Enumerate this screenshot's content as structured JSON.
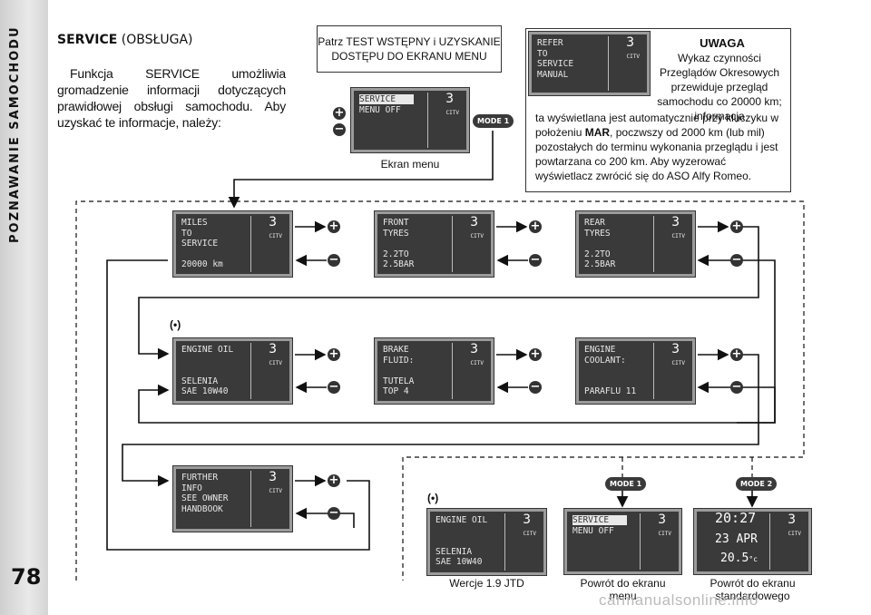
{
  "sidebar": {
    "title": "POZNAWANIE SAMOCHODU",
    "page_number": "78"
  },
  "header": {
    "title_bold": "SERVICE",
    "title_rest": " (OBSŁUGA)"
  },
  "intro": {
    "text": "Funkcja SERVICE umożliwia gromadzenie informacji dotyczących prawidłowej obsługi samochodu. Aby uzyskać te informacje, należy:"
  },
  "note_box": {
    "line1": "Patrz TEST WSTĘPNY i UZYSKANIE",
    "line2": "DOSTĘPU DO EKRANU MENU"
  },
  "menu_screen_label": "Ekran menu",
  "uwaga": {
    "title": "UWAGA",
    "side_text": "Wykaz czynności Przeglądów Okresowych przewiduje przegląd samochodu co 20000 km; informacja",
    "body_pre": "ta wyświetlana jest automatycznie przy kluczyku w położeniu ",
    "body_bold": "MAR",
    "body_post": ", poczwszy od 2000 km (lub mil) pozostałych do terminu wykonania przeglądu i jest powtarzana co 200 km. Aby wyzerować wyświetlacz zwrócić się do ASO Alfy Romeo."
  },
  "display": {
    "number": "3",
    "brand": "CITV"
  },
  "screens": {
    "refer": [
      "REFER",
      "TO",
      "SERVICE",
      "MANUAL"
    ],
    "menu": [
      "SERVICE",
      "MENU OFF"
    ],
    "miles": [
      "MILES",
      "TO",
      "SERVICE",
      "",
      "20000 km"
    ],
    "front": [
      "FRONT",
      "TYRES",
      "",
      "2.2TO",
      "2.5BAR"
    ],
    "rear": [
      "REAR",
      "TYRES",
      "",
      "2.2TO",
      "2.5BAR"
    ],
    "engine_oil": [
      "ENGINE OIL",
      "",
      "",
      "SELENIA",
      "SAE 10W40"
    ],
    "brake": [
      "BRAKE",
      "FLUID:",
      "",
      "TUTELA",
      "TOP 4"
    ],
    "coolant": [
      "ENGINE",
      "COOLANT:",
      "",
      "",
      "PARAFLU 11"
    ],
    "further": [
      "FURTHER",
      "INFO",
      "SEE OWNER",
      "HANDBOOK"
    ],
    "engine_oil_jtd": [
      "ENGINE OIL",
      "",
      "",
      "SELENIA",
      "SAE 10W40"
    ],
    "menu_return": [
      "SERVICE",
      "MENU OFF"
    ]
  },
  "clock": {
    "time": "20:27",
    "date": "23 APR",
    "temp": "20.5",
    "unit": "°c"
  },
  "modes": {
    "mode1": "MODE 1",
    "mode2": "MODE 2"
  },
  "symbols": {
    "plus": "+",
    "minus": "−",
    "bullet": "(•)"
  },
  "captions": {
    "jtd": "Wercje 1.9 JTD",
    "return_menu_1": "Powrót do ekranu",
    "return_menu_2": "menu",
    "return_std_1": "Powrót do ekranu",
    "return_std_2": "standardowego"
  },
  "watermark": "carmanualsonline.info"
}
